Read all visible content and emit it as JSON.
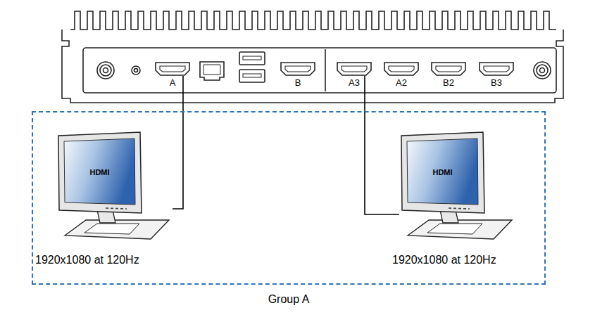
{
  "diagram": {
    "nodes": [
      {
        "text": [
          "A"
        ]
      },
      {
        "text": [
          "B"
        ]
      },
      {
        "text": [
          "A3"
        ]
      },
      {
        "text": [
          "A2"
        ]
      },
      {
        "text": [
          "B2"
        ]
      },
      {
        "text": [
          "B3"
        ]
      },
      {
        "text": [
          "Group A"
        ]
      },
      {
        "text": [
          "HDMI"
        ],
        "in": 6
      },
      {
        "text": [
          "HDMI"
        ],
        "in": 6
      }
    ],
    "edges": [
      {
        "from": 0,
        "to": 7,
        "arrow": "none"
      },
      {
        "from": 2,
        "to": 8,
        "arrow": "none"
      }
    ],
    "labels": [
      "1920x1080 at 120Hz",
      "1920x1080 at 120Hz"
    ]
  }
}
